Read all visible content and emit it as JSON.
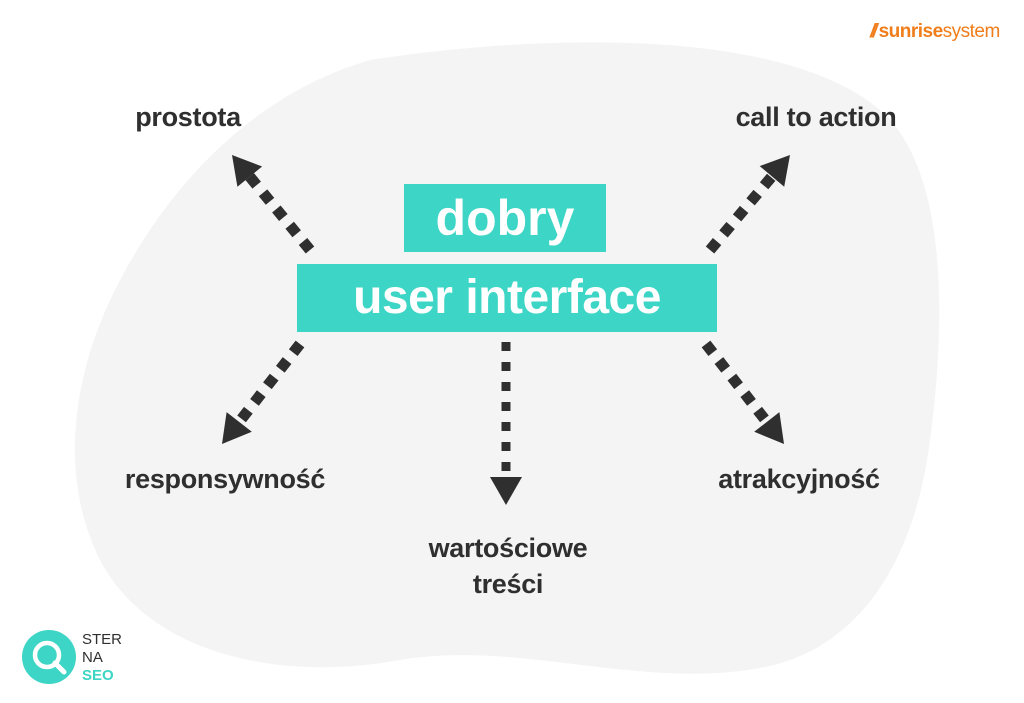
{
  "brand": {
    "part1": "sunrise",
    "part2": "system",
    "color": "#f07d1a"
  },
  "diagram": {
    "title_line1": "dobry",
    "title_line2": "user interface",
    "accent_color": "#3dd5c5",
    "text_color": "#2f2f2f",
    "background_blob_color": "#f4f4f4",
    "nodes": [
      {
        "id": "prostota",
        "label": "prostota",
        "direction": "up-left"
      },
      {
        "id": "call-to-action",
        "label": "call to action",
        "direction": "up-right"
      },
      {
        "id": "responsywnosc",
        "label": "responsywność",
        "direction": "down-left"
      },
      {
        "id": "wartosciowe-tresci",
        "label_line1": "wartościowe",
        "label_line2": "treści",
        "direction": "down"
      },
      {
        "id": "atrakcyjnosc",
        "label": "atrakcyjność",
        "direction": "down-right"
      }
    ]
  },
  "logo": {
    "line1": "STER",
    "line2": "NA",
    "line3": "SEO",
    "icon": "magnifier-icon"
  }
}
